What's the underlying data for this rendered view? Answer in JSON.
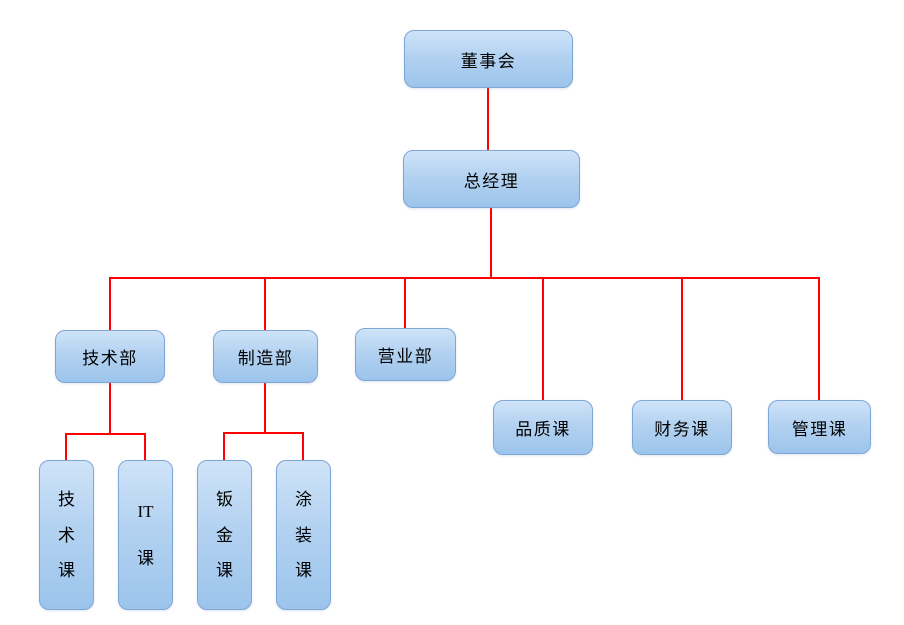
{
  "org_chart": {
    "nodes": {
      "board": {
        "label": "董事会"
      },
      "general_manager": {
        "label": "总经理"
      },
      "tech_dept": {
        "label": "技术部"
      },
      "manufacturing_dept": {
        "label": "制造部"
      },
      "sales_dept": {
        "label": "营业部"
      },
      "quality_section": {
        "label": "品质课"
      },
      "finance_section": {
        "label": "财务课"
      },
      "management_section": {
        "label": "管理课"
      },
      "tech_section": {
        "label": "技术课",
        "lines": [
          "技",
          "术",
          "课"
        ]
      },
      "it_section": {
        "label": "IT课",
        "lines": [
          "IT",
          "课"
        ]
      },
      "sheet_metal_section": {
        "label": "钣金课",
        "lines": [
          "钣",
          "金",
          "课"
        ]
      },
      "painting_section": {
        "label": "涂装课",
        "lines": [
          "涂",
          "装",
          "课"
        ]
      }
    },
    "hierarchy": [
      {
        "parent": "董事会",
        "children": [
          "总经理"
        ]
      },
      {
        "parent": "总经理",
        "children": [
          "技术部",
          "制造部",
          "营业部",
          "品质课",
          "财务课",
          "管理课"
        ]
      },
      {
        "parent": "技术部",
        "children": [
          "技术课",
          "IT课"
        ]
      },
      {
        "parent": "制造部",
        "children": [
          "钣金课",
          "涂装课"
        ]
      }
    ],
    "colors": {
      "box_fill_top": "#cfe3f8",
      "box_fill_bottom": "#9cc4eb",
      "box_border": "#7ea6d6",
      "connector": "#ff0000",
      "text": "#000000",
      "background": "#ffffff"
    }
  }
}
